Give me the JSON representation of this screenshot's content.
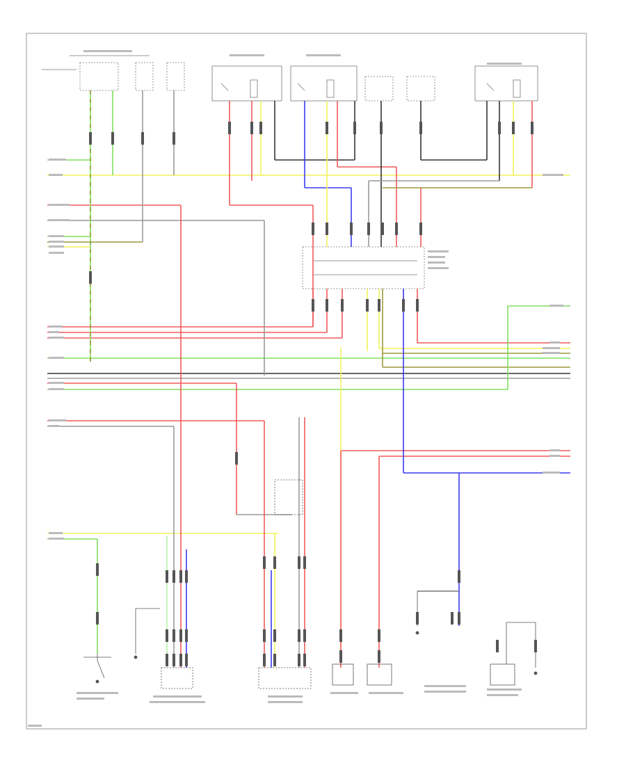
{
  "diagram": {
    "type": "wiring-schematic",
    "footer_label": "",
    "wire_colors": {
      "red": "#f05a5a",
      "blue": "#3a3aee",
      "yellow": "#f2f25e",
      "green": "#7ee05e",
      "gray": "#9a9a9a",
      "black": "#333333",
      "olive": "#9a9a3a",
      "light_green": "#b8f0a8"
    },
    "components": [
      {
        "id": "fuse-relay-box",
        "label": ""
      },
      {
        "id": "ecu-1",
        "label": ""
      },
      {
        "id": "ecu-2",
        "label": ""
      },
      {
        "id": "ecu-3",
        "label": ""
      },
      {
        "id": "junction-box",
        "label": ""
      },
      {
        "id": "pressure-switch",
        "label": ""
      },
      {
        "id": "front-sensor",
        "label": ""
      },
      {
        "id": "rear-sensor",
        "label": ""
      },
      {
        "id": "power-module",
        "label": ""
      },
      {
        "id": "distribution-block",
        "label": ""
      },
      {
        "id": "left-sensor",
        "label": ""
      },
      {
        "id": "right-sensor",
        "label": ""
      }
    ]
  }
}
